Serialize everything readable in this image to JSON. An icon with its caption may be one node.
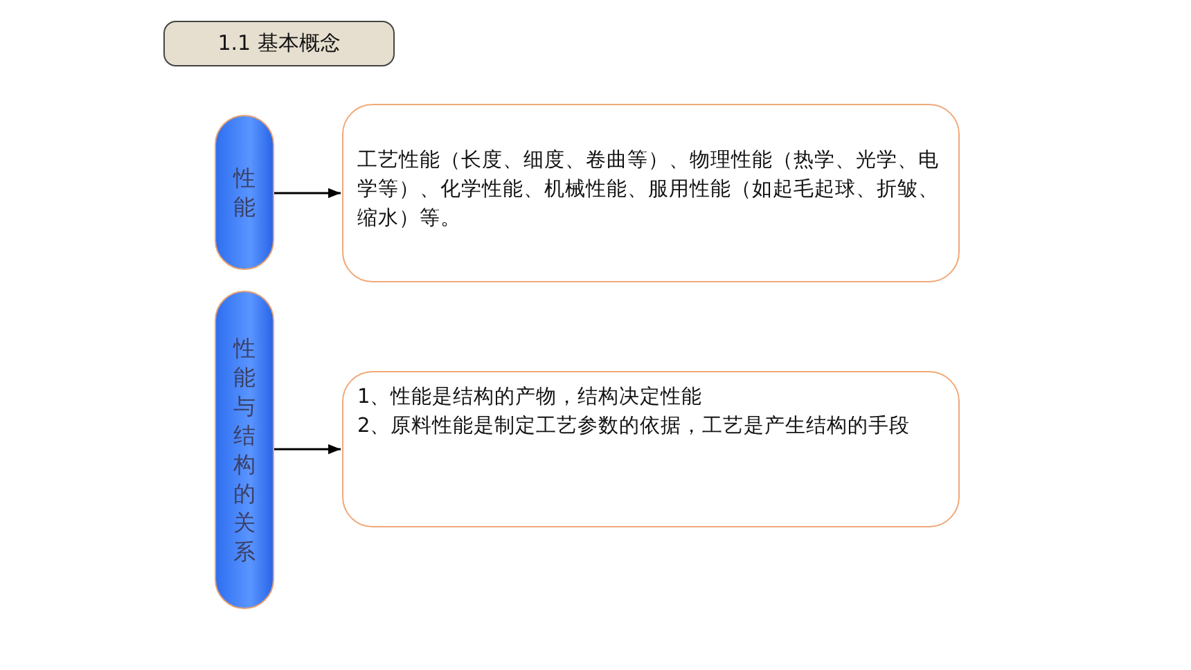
{
  "diagram": {
    "title": "1.1 基本概念",
    "nodes": [
      {
        "text": [
          "性能"
        ]
      },
      {
        "text": [
          "工艺性能（长度、细度、卷曲等）、物理性能（热学、光学、电学等）、化学性能、机械性能、服用性能（如起毛起球、折皱、缩水）等。"
        ]
      },
      {
        "text": [
          "性能与结构的关系"
        ]
      },
      {
        "text": [
          "1、性能是结构的产物，结构决定性能",
          "2、原料性能是制定工艺参数的依据，工艺是产生结构的手段"
        ]
      }
    ],
    "edges": [
      {
        "from": 0,
        "to": 1,
        "arrow": "to"
      },
      {
        "from": 2,
        "to": 3,
        "arrow": "to"
      }
    ]
  }
}
